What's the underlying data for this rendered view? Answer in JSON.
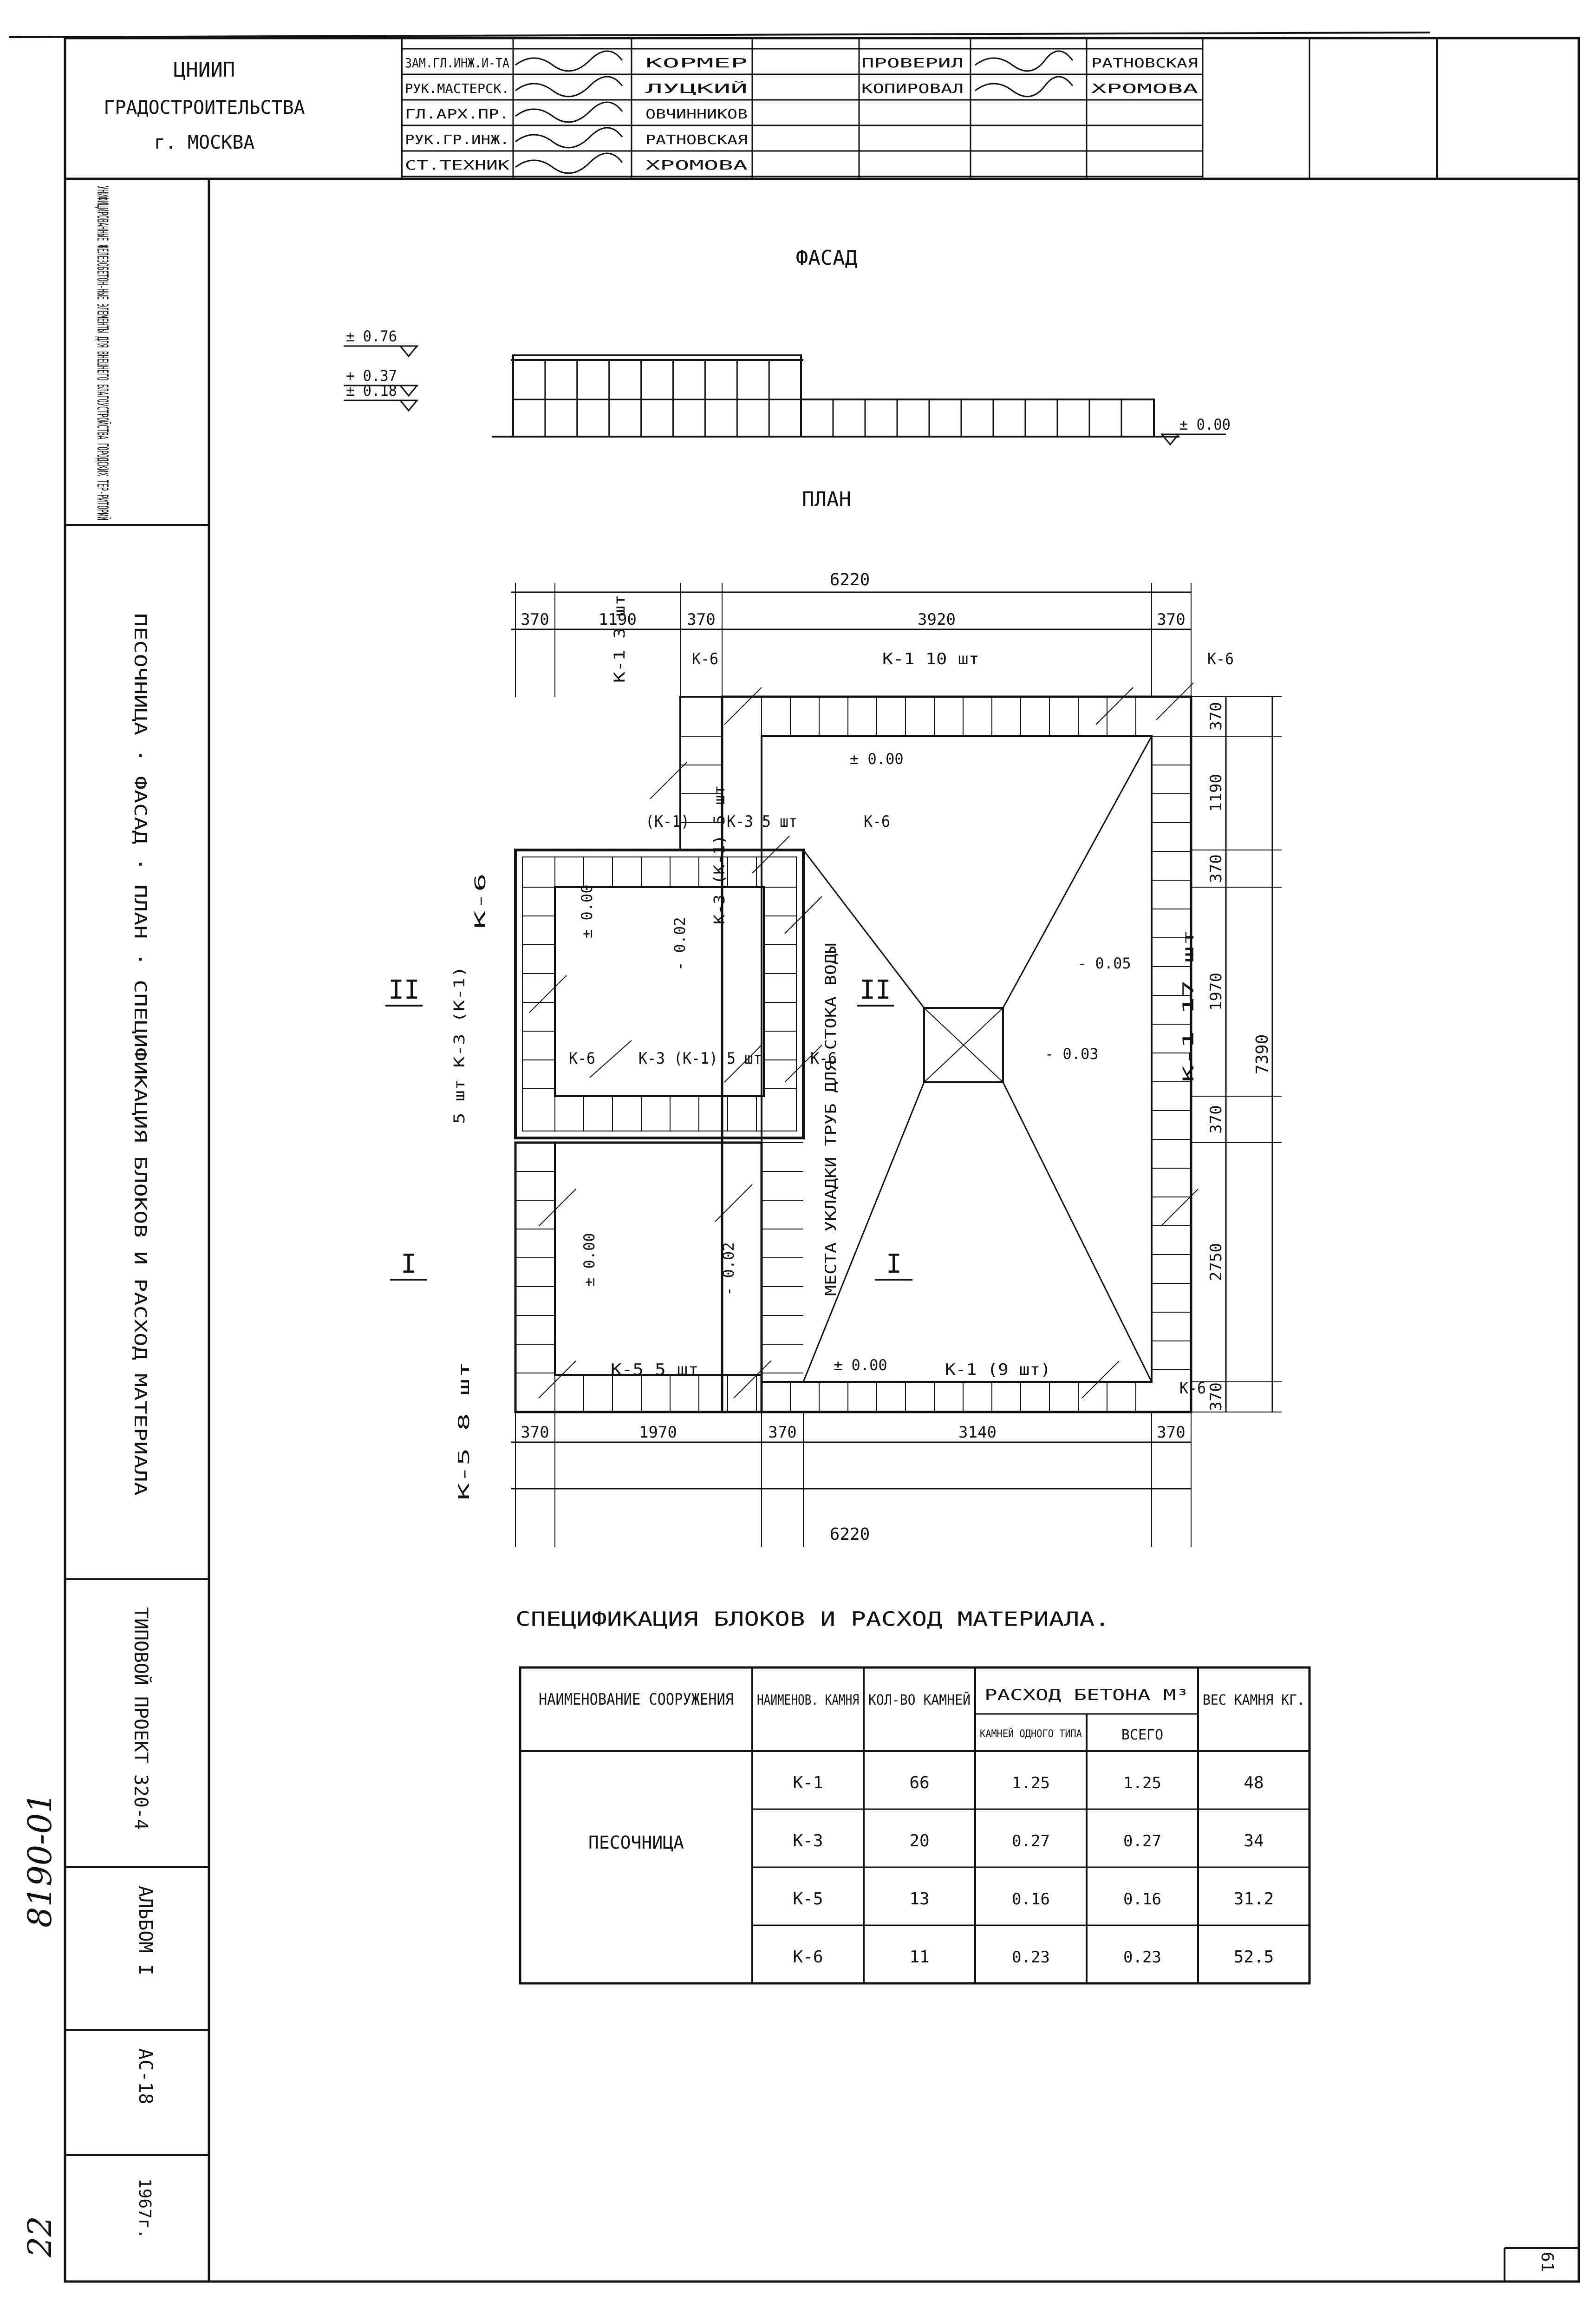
{
  "org": {
    "line1": "ЦНИИП",
    "line2": "ГРАДОСТРОИТЕЛЬСТВА",
    "line3": "г. МОСКВА"
  },
  "signatures": [
    {
      "role": "ЗАМ.ГЛ.ИНЖ.И-ТА",
      "name": "КОРМЕР"
    },
    {
      "role": "РУК.МАСТЕРСК.",
      "name": "ЛУЦКИЙ"
    },
    {
      "role": "ГЛ.АРХ.ПР.",
      "name": "ОВЧИННИКОВ"
    },
    {
      "role": "РУК.ГР.ИНЖ.",
      "name": "РАТНОВСКАЯ"
    },
    {
      "role": "СТ.ТЕХНИК",
      "name": "ХРОМОВА"
    }
  ],
  "check": [
    {
      "role": "ПРОВЕРИЛ",
      "name": "РАТНОВСКАЯ"
    },
    {
      "role": "КОПИРОВАЛ",
      "name": "ХРОМОВА"
    }
  ],
  "side_labels": {
    "series": "УНИФИЦИРОВАННЫЕ ЖЕЛЕЗОБЕТОН-НЫЕ ЭЛЕМЕНТЫ ДЛЯ ВНЕШНЕГО БЛАГОУСТРОЙСТВА ГОРОДСКИХ ТЕР-РИТОРИЙ",
    "sheet_title": "ПЕСОЧНИЦА · ФАСАД · ПЛАН · СПЕЦИФИКАЦИЯ БЛОКОВ И РАСХОД МАТЕРИАЛА",
    "project": "ТИПОВОЙ ПРОЕКТ 320-4",
    "album": "АЛЬБОМ I",
    "sheet_code": "АС-18",
    "year": "1967г.",
    "archive_no": "8190-01",
    "handwritten_no": "22"
  },
  "page_number": "61",
  "facade": {
    "title": "ФАСАД",
    "levels": [
      "± 0.76",
      "+ 0.37",
      "± 0.18",
      "± 0.00"
    ]
  },
  "plan": {
    "title": "ПЛАН",
    "dims_top": [
      "6220",
      "370",
      "1190",
      "370",
      "3920",
      "370"
    ],
    "dims_bottom": [
      "370",
      "1970",
      "370",
      "3140",
      "370",
      "6220"
    ],
    "dims_right": [
      "370",
      "1190",
      "370",
      "1970",
      "370",
      "2750",
      "370",
      "7390"
    ],
    "labels": [
      "К-6",
      "К-1   10 шт",
      "К-6",
      "К-1 3 шт",
      "(К-1)",
      "К-3 5 шт",
      "К-6",
      "К-6",
      "К-6",
      "К-3 (К-1) 5 шт",
      "К-6",
      "К-3 (К-1) 5 шт",
      "5 шт К-3 (К-1)",
      "К-1   17 шт",
      "К-5   5 шт",
      "К-1   (9 шт)",
      "К-5   8 шт",
      "К-6",
      "МЕСТА УКЛАДКИ ТРУБ ДЛЯ СТОКА ВОДЫ"
    ],
    "marks": [
      "± 0.00",
      "± 0.00",
      "- 0.02",
      "- 0.05",
      "- 0.03",
      "± 0.00",
      "- 0.02",
      "± 0.00"
    ],
    "sections": [
      "II",
      "II",
      "I",
      "I"
    ]
  },
  "spec": {
    "title": "СПЕЦИФИКАЦИЯ БЛОКОВ И РАСХОД МАТЕРИАЛА.",
    "headers": {
      "structure": "НАИМЕНОВАНИЕ СООРУЖЕНИЯ",
      "stone": "НАИМЕНОВ. КАМНЯ",
      "count": "КОЛ-ВО КАМНЕЙ",
      "concrete": "РАСХОД БЕТОНА М³",
      "per_type": "КАМНЕЙ ОДНОГО ТИПА",
      "total": "ВСЕГО",
      "weight": "ВЕС КАМНЯ КГ."
    },
    "structure_name": "ПЕСОЧНИЦА",
    "rows": [
      {
        "stone": "К-1",
        "count": "66",
        "per_type": "1.25",
        "total": "1.25",
        "weight": "48"
      },
      {
        "stone": "К-3",
        "count": "20",
        "per_type": "0.27",
        "total": "0.27",
        "weight": "34"
      },
      {
        "stone": "К-5",
        "count": "13",
        "per_type": "0.16",
        "total": "0.16",
        "weight": "31.2"
      },
      {
        "stone": "К-6",
        "count": "11",
        "per_type": "0.23",
        "total": "0.23",
        "weight": "52.5"
      }
    ]
  }
}
